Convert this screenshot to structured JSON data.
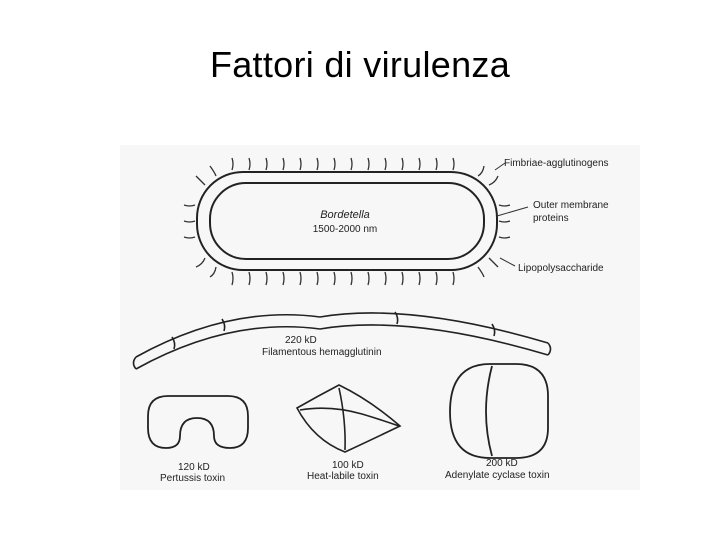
{
  "slide": {
    "title": "Fattori di virulenza"
  },
  "bacterium": {
    "name": "Bordetella",
    "size": "1500-2000 nm"
  },
  "callouts": {
    "fimbriae": "Fimbriae-agglutinogens",
    "omp_line1": "Outer membrane",
    "omp_line2": "proteins",
    "lps": "Lipopolysaccharide"
  },
  "filament": {
    "size": "220 kD",
    "name": "Filamentous hemagglutinin"
  },
  "toxins": [
    {
      "size": "120 kD",
      "name": "Pertussis toxin"
    },
    {
      "size": "100 kD",
      "name": "Heat-labile toxin"
    },
    {
      "size": "200 kD",
      "name": "Adenylate cyclase toxin"
    }
  ],
  "colors": {
    "ink": "#222222",
    "background": "#ffffff",
    "figure_bg": "#f7f7f7"
  }
}
